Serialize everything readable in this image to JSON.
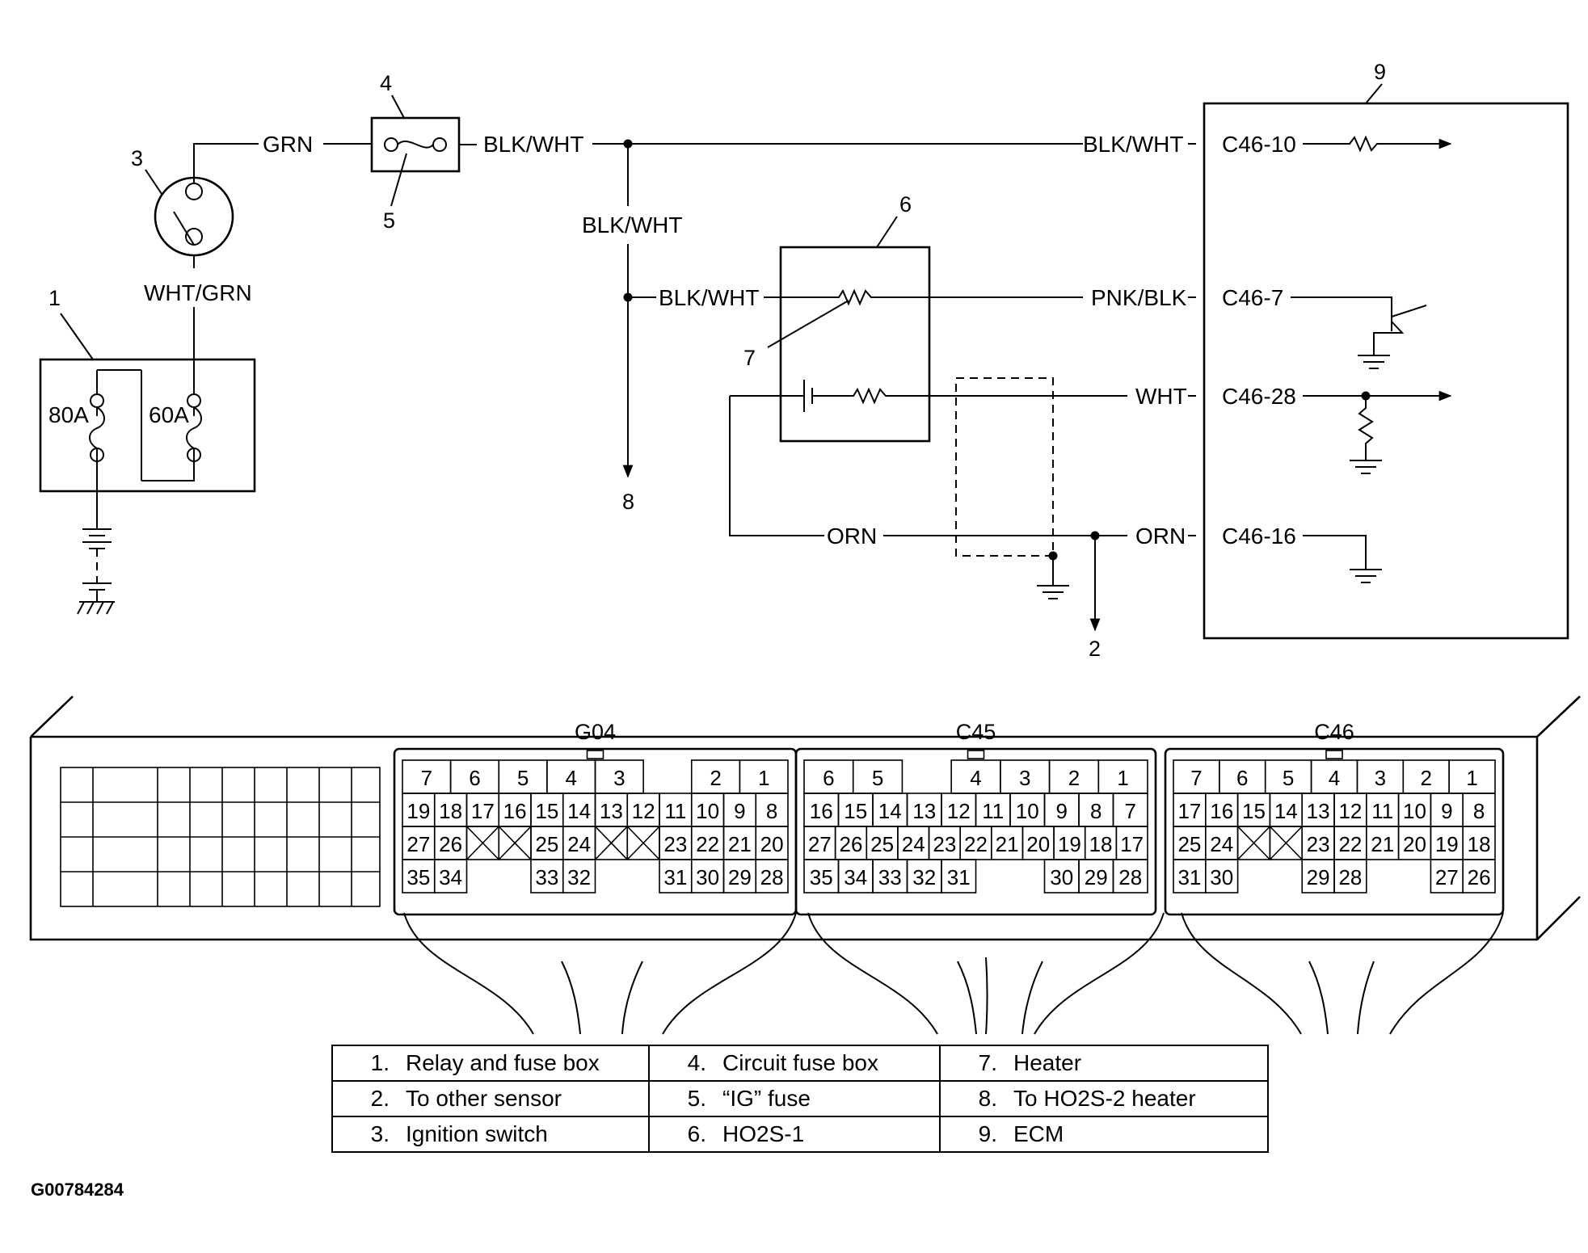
{
  "wire_colors": {
    "grn": "GRN",
    "wht_grn": "WHT/GRN",
    "blk_wht_main": "BLK/WHT",
    "blk_wht_right": "BLK/WHT",
    "blk_wht_vertical": "BLK/WHT",
    "blk_wht_branch": "BLK/WHT",
    "pnk_blk": "PNK/BLK",
    "wht": "WHT",
    "orn_left": "ORN",
    "orn_right": "ORN"
  },
  "fuse_ratings": {
    "f80": "80A",
    "f60": "60A"
  },
  "terminals": {
    "t1": "C46-10",
    "t2": "C46-7",
    "t3": "C46-28",
    "t4": "C46-16"
  },
  "callouts": {
    "c1": "1",
    "c2": "2",
    "c3": "3",
    "c4": "4",
    "c5": "5",
    "c6": "6",
    "c7": "7",
    "c8": "8",
    "c9": "9"
  },
  "connectors": {
    "g04": {
      "name": "G04",
      "rows": [
        [
          "7",
          "6",
          "5",
          "4",
          "3",
          "",
          "2",
          "1"
        ],
        [
          "19",
          "18",
          "17",
          "16",
          "15",
          "14",
          "13",
          "12",
          "11",
          "10",
          "9",
          "8"
        ],
        [
          "27",
          "26",
          "X",
          "X",
          "25",
          "24",
          "X",
          "X",
          "23",
          "22",
          "21",
          "20"
        ],
        [
          "35",
          "34",
          "",
          "",
          "33",
          "32",
          "",
          "",
          "31",
          "30",
          "29",
          "28"
        ]
      ]
    },
    "c45": {
      "name": "C45",
      "rows": [
        [
          "6",
          "5",
          "",
          "4",
          "3",
          "2",
          "1"
        ],
        [
          "16",
          "15",
          "14",
          "13",
          "12",
          "11",
          "10",
          "9",
          "8",
          "7"
        ],
        [
          "27",
          "26",
          "25",
          "24",
          "23",
          "22",
          "21",
          "20",
          "19",
          "18",
          "17"
        ],
        [
          "35",
          "34",
          "33",
          "32",
          "31",
          "",
          "",
          "30",
          "29",
          "28"
        ]
      ]
    },
    "c46": {
      "name": "C46",
      "rows": [
        [
          "7",
          "6",
          "5",
          "4",
          "3",
          "2",
          "1"
        ],
        [
          "17",
          "16",
          "15",
          "14",
          "13",
          "12",
          "11",
          "10",
          "9",
          "8"
        ],
        [
          "25",
          "24",
          "X",
          "X",
          "23",
          "22",
          "21",
          "20",
          "19",
          "18"
        ],
        [
          "31",
          "30",
          "",
          "",
          "29",
          "28",
          "",
          "",
          "27",
          "26"
        ]
      ]
    }
  },
  "legend": [
    [
      {
        "num": "1.",
        "text": "Relay and fuse box"
      },
      {
        "num": "4.",
        "text": "Circuit fuse box"
      },
      {
        "num": "7.",
        "text": "Heater"
      }
    ],
    [
      {
        "num": "2.",
        "text": "To other sensor"
      },
      {
        "num": "5.",
        "text": "“IG” fuse"
      },
      {
        "num": "8.",
        "text": "To HO2S-2 heater"
      }
    ],
    [
      {
        "num": "3.",
        "text": "Ignition switch"
      },
      {
        "num": "6.",
        "text": "HO2S-1"
      },
      {
        "num": "9.",
        "text": "ECM"
      }
    ]
  ],
  "figure_id": "G00784284"
}
